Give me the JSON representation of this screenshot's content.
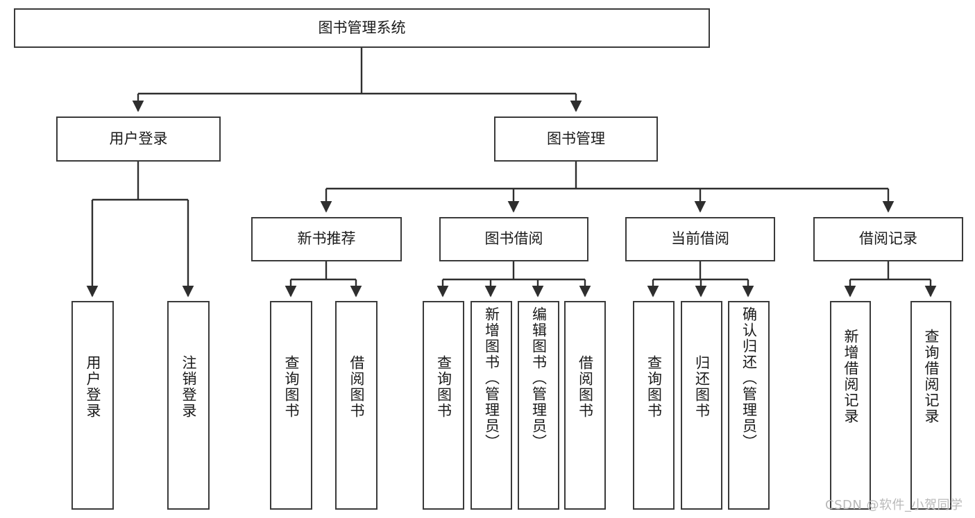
{
  "diagram": {
    "type": "hierarchy-tree",
    "title": "图书管理系统",
    "watermark": "CSDN @软件_小贺同学",
    "colors": {
      "box_border": "#3a3a3a",
      "box_fill": "#ffffff",
      "connector": "#2e2e2e",
      "text": "#1a1a1a",
      "watermark": "#b9b9b9"
    },
    "nodes": {
      "root": {
        "label": "图书管理系统",
        "level": 1,
        "orientation": "horizontal"
      },
      "l2": [
        {
          "id": "user-login",
          "label": "用户登录",
          "level": 2,
          "orientation": "horizontal"
        },
        {
          "id": "book-manage",
          "label": "图书管理",
          "level": 2,
          "orientation": "horizontal"
        }
      ],
      "l3": [
        {
          "id": "new-book-rec",
          "label": "新书推荐",
          "level": 3,
          "orientation": "horizontal"
        },
        {
          "id": "book-borrow",
          "label": "图书借阅",
          "level": 3,
          "orientation": "horizontal"
        },
        {
          "id": "current-borrow",
          "label": "当前借阅",
          "level": 3,
          "orientation": "horizontal"
        },
        {
          "id": "borrow-record",
          "label": "借阅记录",
          "level": 3,
          "orientation": "horizontal"
        }
      ],
      "leaves": [
        {
          "id": "leaf-user-login",
          "label": "用户登录",
          "parent": "user-login",
          "orientation": "vertical"
        },
        {
          "id": "leaf-logout",
          "label": "注销登录",
          "parent": "user-login",
          "orientation": "vertical"
        },
        {
          "id": "leaf-query-book-1",
          "label": "查询图书",
          "parent": "new-book-rec",
          "orientation": "vertical"
        },
        {
          "id": "leaf-borrow-book-1",
          "label": "借阅图书",
          "parent": "new-book-rec",
          "orientation": "vertical"
        },
        {
          "id": "leaf-query-book-2",
          "label": "查询图书",
          "parent": "book-borrow",
          "orientation": "vertical"
        },
        {
          "id": "leaf-add-book",
          "label": "新增图书（管理员）",
          "parent": "book-borrow",
          "orientation": "vertical"
        },
        {
          "id": "leaf-edit-book",
          "label": "编辑图书（管理员）",
          "parent": "book-borrow",
          "orientation": "vertical"
        },
        {
          "id": "leaf-borrow-book-2",
          "label": "借阅图书",
          "parent": "book-borrow",
          "orientation": "vertical"
        },
        {
          "id": "leaf-query-book-3",
          "label": "查询图书",
          "parent": "current-borrow",
          "orientation": "vertical"
        },
        {
          "id": "leaf-return-book",
          "label": "归还图书",
          "parent": "current-borrow",
          "orientation": "vertical"
        },
        {
          "id": "leaf-confirm-return",
          "label": "确认归还（管理员）",
          "parent": "current-borrow",
          "orientation": "vertical"
        },
        {
          "id": "leaf-add-record",
          "label": "新增借阅记录",
          "parent": "borrow-record",
          "orientation": "vertical"
        },
        {
          "id": "leaf-query-record",
          "label": "查询借阅记录",
          "parent": "borrow-record",
          "orientation": "vertical"
        }
      ]
    }
  }
}
